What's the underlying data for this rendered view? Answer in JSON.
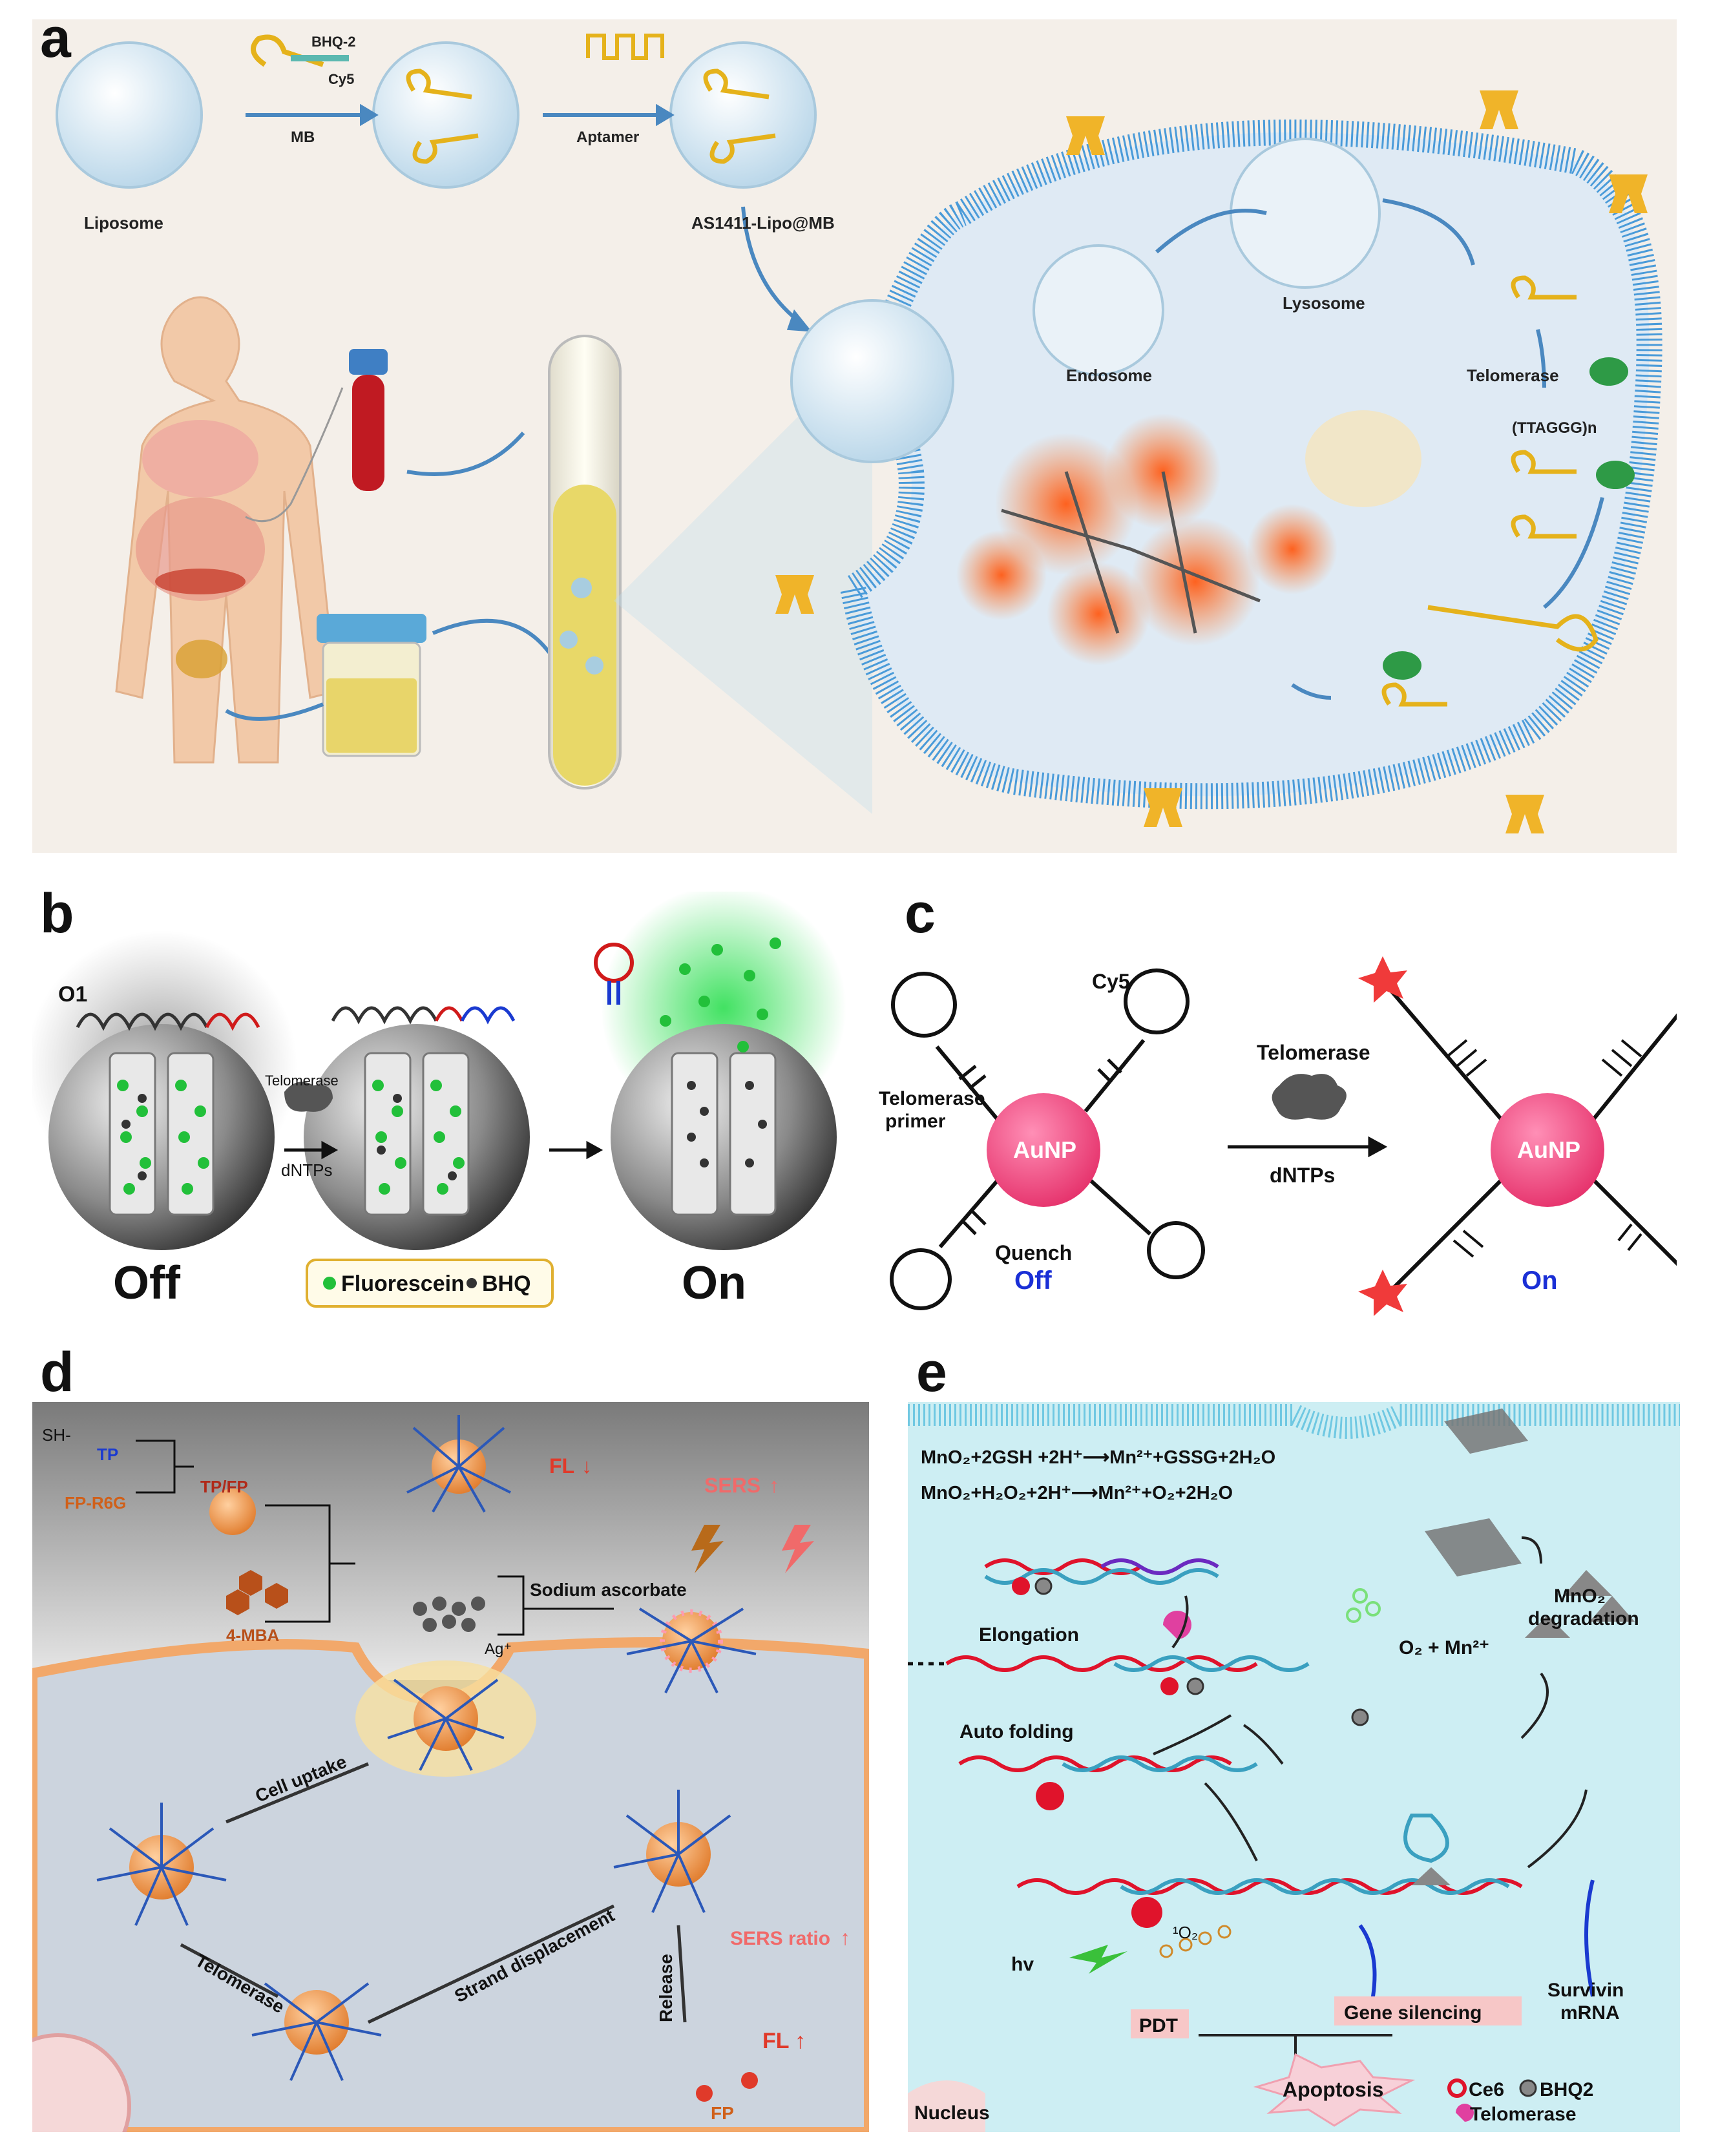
{
  "panels": {
    "a": {
      "letter": "a",
      "liposome": "Liposome",
      "bhq2": "BHQ-2",
      "cy5": "Cy5",
      "mb": "MB",
      "aptamer": "Aptamer",
      "as1411": "AS1411-Lipo@MB",
      "endosome": "Endosome",
      "lysosome": "Lysosome",
      "telomerase": "Telomerase",
      "ttaggg": "(TTAGGG)n",
      "colors": {
        "membrane": "#4a9bd9",
        "cell": "#dfeaf4",
        "dna_gold": "#e5b21b",
        "glow": "#f06a22",
        "blood": "#c01a22",
        "urine": "#e8d56a"
      }
    },
    "b": {
      "letter": "b",
      "o1": "O1",
      "telomerase": "Telomerase",
      "dntps": "dNTPs",
      "off": "Off",
      "on": "On",
      "legend_fluorescein": "Fluorescein",
      "legend_bhq": "BHQ",
      "colors": {
        "fluorescein": "#22c03a",
        "glow": "#38e05a"
      }
    },
    "c": {
      "letter": "c",
      "cy5": "Cy5",
      "telomerase_primer_line1": "Telomerase",
      "telomerase_primer_line2": "primer",
      "aunp_left": "AuNP",
      "aunp_right": "AuNP",
      "telomerase": "Telomerase",
      "dntps": "dNTPs",
      "quench": "Quench",
      "off": "Off",
      "on": "On",
      "colors": {
        "aunp": "#e5306a",
        "label_blue": "#1a2fd6",
        "star": "#f03a3a"
      }
    },
    "d": {
      "letter": "d",
      "sh": "SH-",
      "tp": "TP",
      "fp_r6g": "FP-R6G",
      "tp_fp": "TP/FP",
      "mba": "4-MBA",
      "ag": "Ag⁺",
      "fl_down": "FL",
      "sodium_ascorbate": "Sodium ascorbate",
      "sers_up": "SERS",
      "cell_uptake": "Cell uptake",
      "telomerase": "Telomerase",
      "strand_displacement": "Strand displacement",
      "release": "Release",
      "sers_ratio": "SERS ratio",
      "fl_up": "FL",
      "fp": "FP",
      "colors": {
        "nano": "#f29a4a",
        "red_text": "#e03a2a",
        "cell": "#ccd4de",
        "outside": "#7d7d7d"
      }
    },
    "e": {
      "letter": "e",
      "eq1": "MnO₂+2GSH +2H⁺⟶Mn²⁺+GSSG+2H₂O",
      "eq2": "MnO₂+H₂O₂+2H⁺⟶Mn²⁺+O₂+2H₂O",
      "elongation": "Elongation",
      "mno2_degradation_line1": "MnO₂",
      "mno2_degradation_line2": "degradation",
      "o2_mn": "O₂ + Mn²⁺",
      "auto_folding": "Auto folding",
      "hv": "hv",
      "singlet_o2": "¹O₂",
      "pdt": "PDT",
      "gene_silencing": "Gene silencing",
      "survivin_line1": "Survivin",
      "survivin_line2": "mRNA",
      "apoptosis": "Apoptosis",
      "nucleus": "Nucleus",
      "legend_ce6": "Ce6",
      "legend_bhq2": "BHQ2",
      "legend_telomerase": "Telomerase",
      "colors": {
        "bg": "#cdeef3",
        "membrane": "#6fc8e2",
        "pdt_box": "#f7c7c7",
        "ce6": "#e0132b"
      }
    }
  }
}
